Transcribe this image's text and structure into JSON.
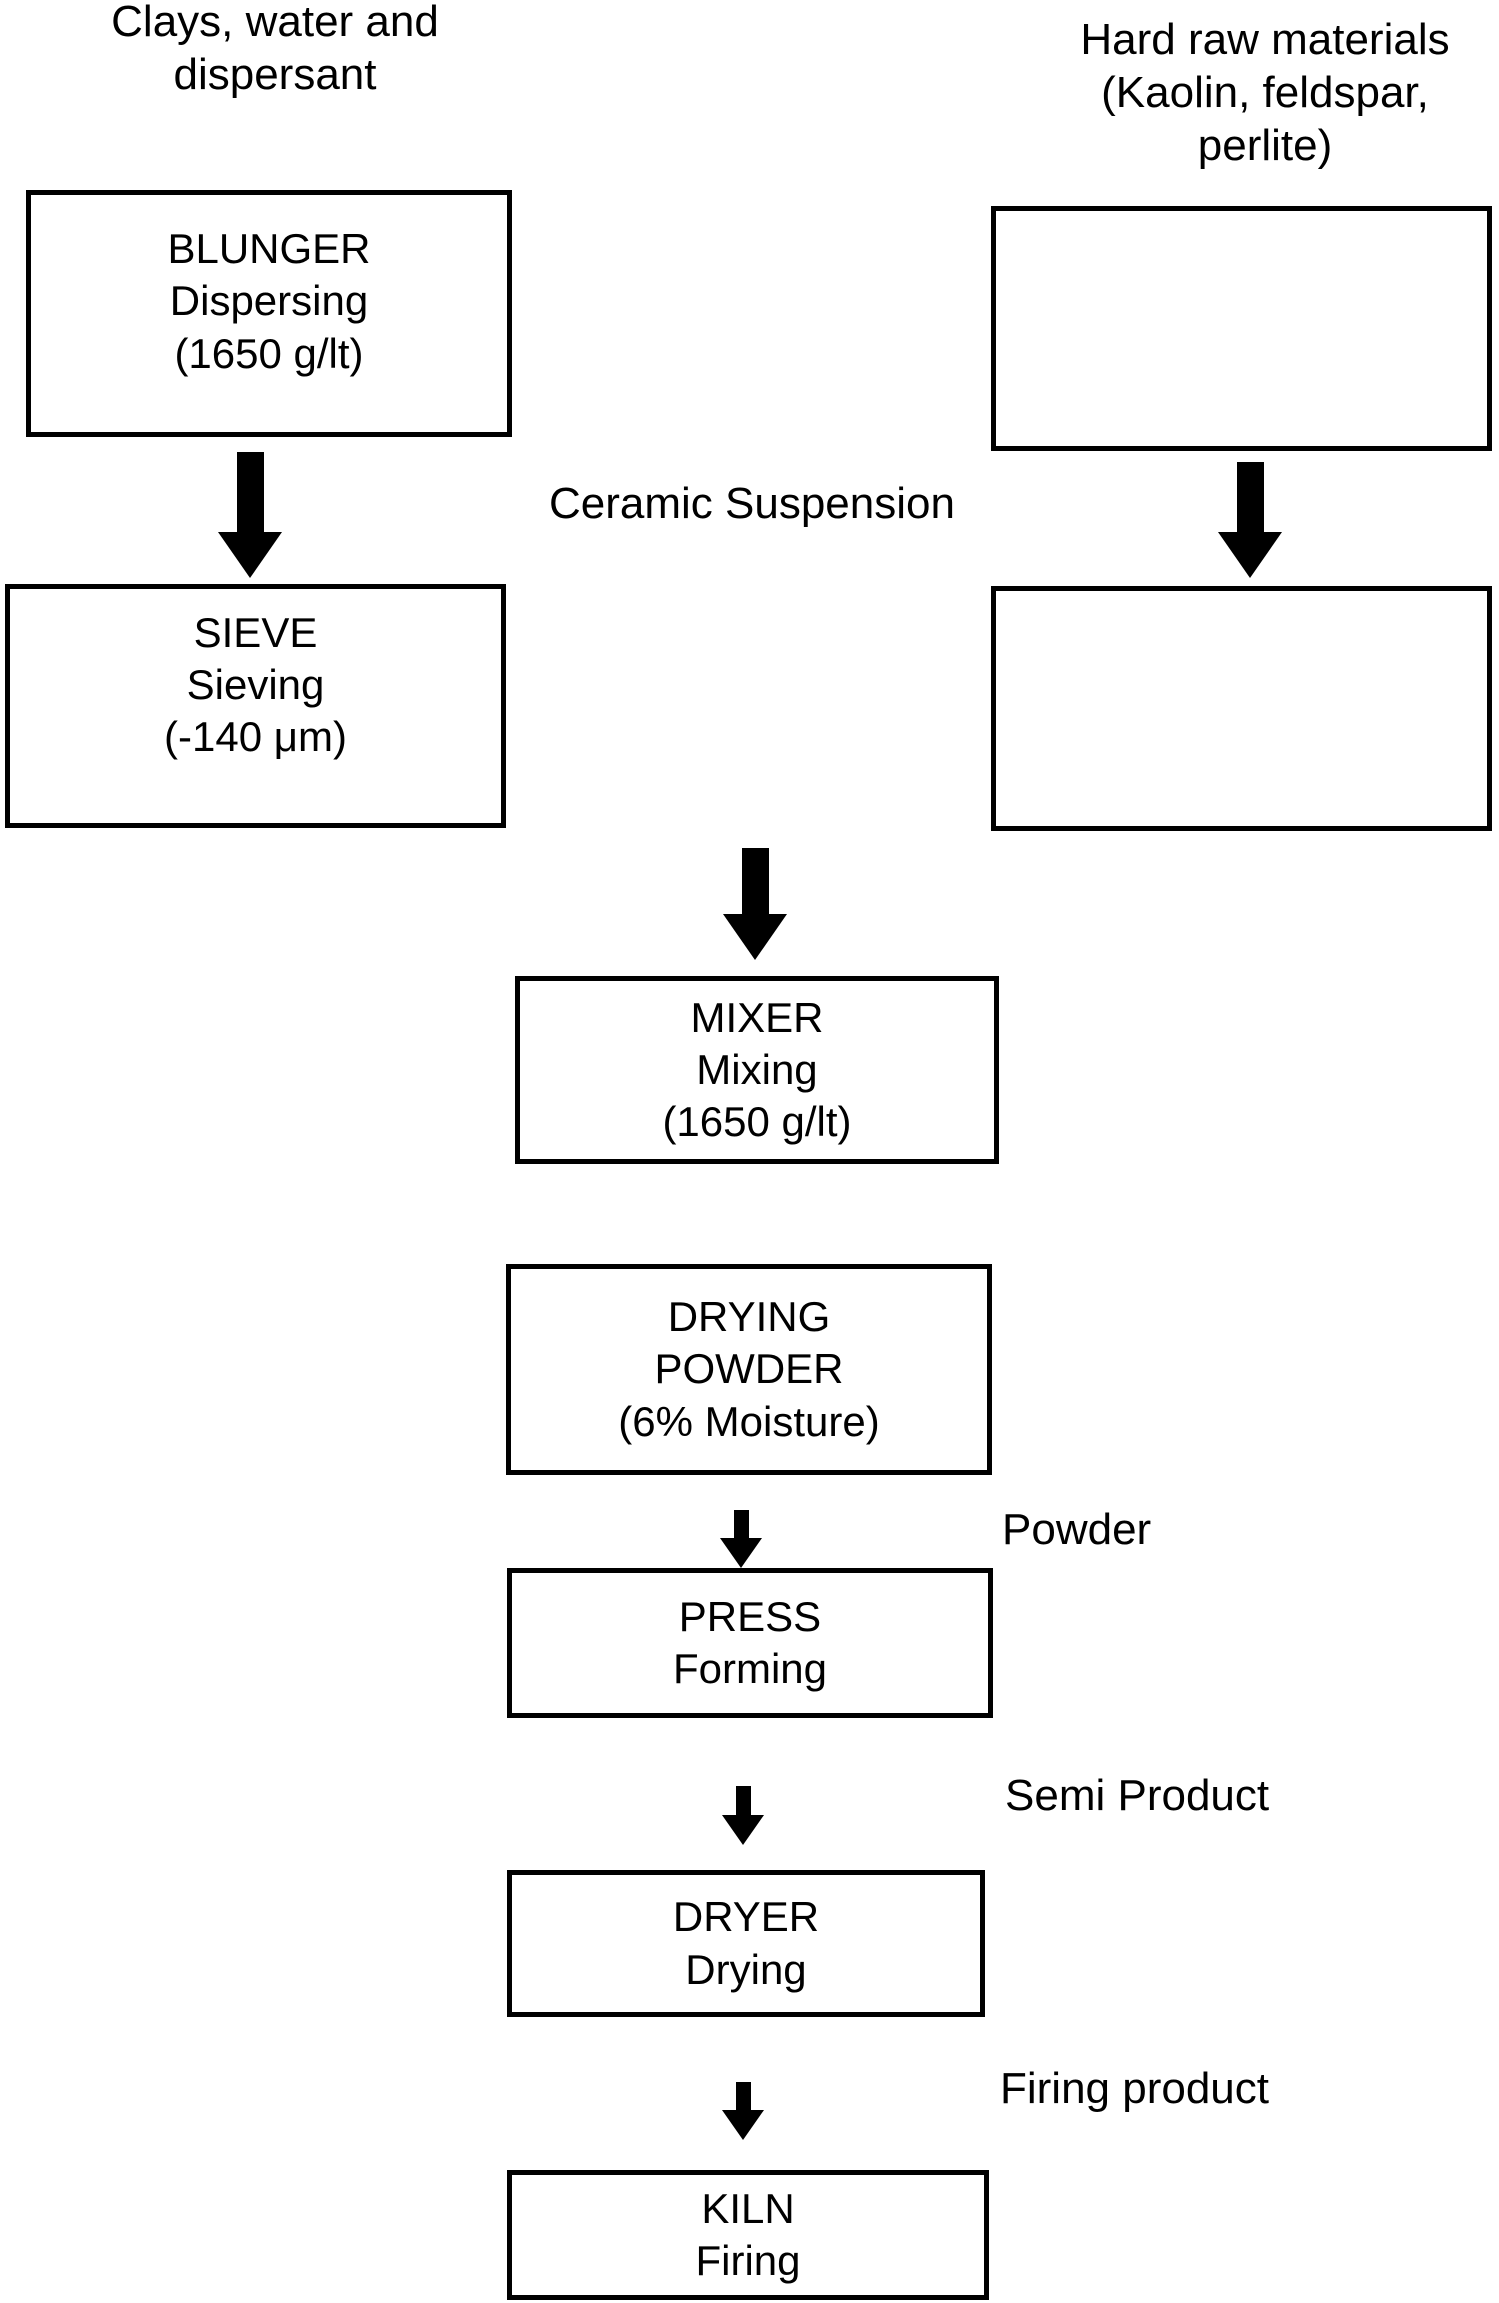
{
  "diagram": {
    "title_context": "Ceramic production process flowchart",
    "colors": {
      "ink": "#000000",
      "background": "#ffffff"
    },
    "inputs": {
      "left": "Clays, water and\ndispersant",
      "right": "Hard raw materials\n(Kaolin, feldspar, perlite)"
    },
    "boxes": {
      "blunger": "BLUNGER\nDispersing\n(1650 g/lt)",
      "hard_raw_materials_box": "",
      "sieve": "SIEVE\nSieving\n(-140 μm)",
      "ceramic_suspension_box": "",
      "mixer": "MIXER\nMixing\n(1650 g/lt)",
      "drying": "DRYING\nPOWDER\n(6% Moisture)",
      "press": "PRESS\nForming",
      "dryer": "DRYER\nDrying",
      "kiln": "KILN\nFiring"
    },
    "stream_labels": {
      "ceramic_suspension": "Ceramic Suspension",
      "powder": "Powder",
      "semi_product": "Semi Product",
      "firing_product": "Firing product"
    }
  }
}
